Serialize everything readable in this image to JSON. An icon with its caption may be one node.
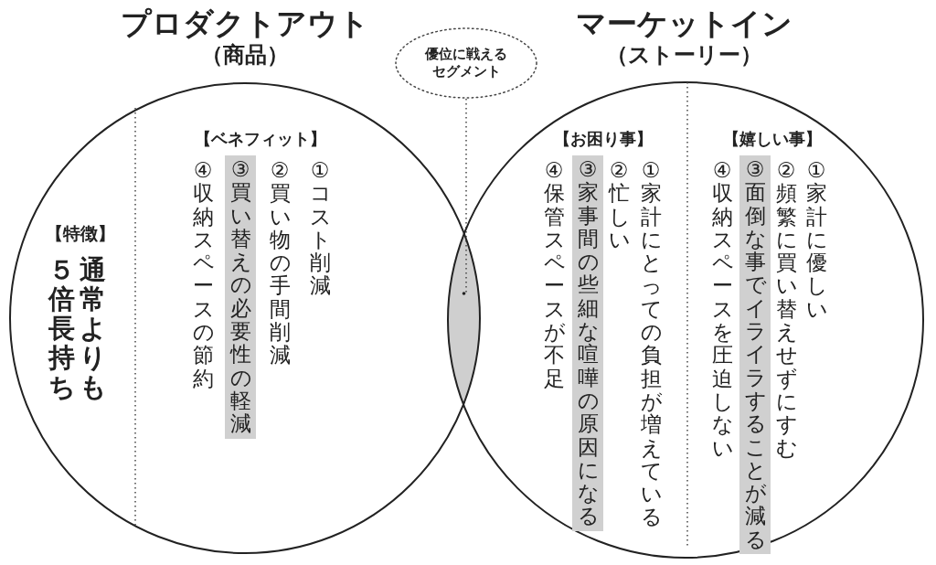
{
  "diagram": {
    "nodes": [
      {
        "text": [
          "プロダクトアウト",
          "（商品）",
          "【特徴】",
          "通常よりも",
          "５倍長持ち",
          "【ベネフィット】",
          "①コスト削減",
          "②買い物の手間削減",
          "④収納スペースの節約"
        ]
      },
      {
        "text": [
          "③買い替えの必要性の軽減"
        ],
        "in": 0
      },
      {
        "text": [
          "マーケットイン",
          "（ストーリー）",
          "【お困り事】",
          "①家計にとっての負担が増えている",
          "②忙しい",
          "④保管スペースが不足",
          "【嬉しい事】",
          "①家計に優しい",
          "②頻繁に買い替えせずにすむ",
          "④収納スペースを圧迫しない"
        ]
      },
      {
        "text": [
          "③家事間の些細な喧嘩の原因になる"
        ],
        "in": 2
      },
      {
        "text": [
          "③面倒な事でイライラすることが減る"
        ],
        "in": 2
      },
      {
        "text": [
          "優位に戦えるセグメント"
        ]
      },
      {
        "text": [],
        "shape": "lens"
      }
    ],
    "edges": [
      {
        "from": 5,
        "to": 6,
        "arrow": "other",
        "style": "dashed"
      }
    ]
  }
}
